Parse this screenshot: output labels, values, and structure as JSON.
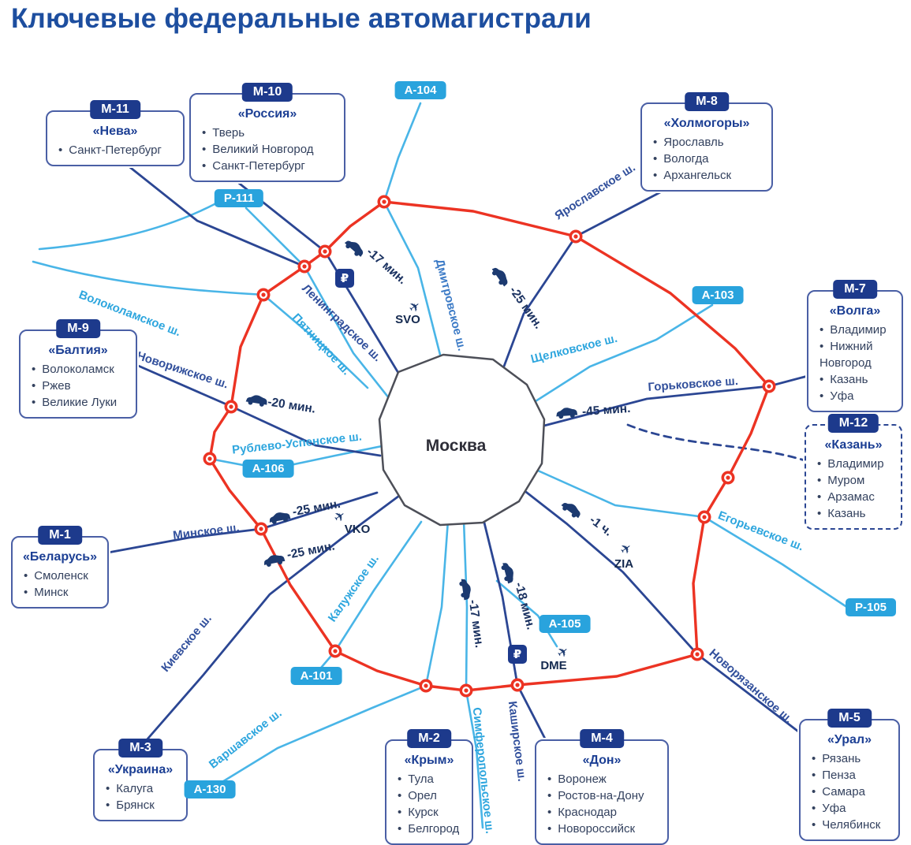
{
  "title": "Ключевые федеральные автомагистрали",
  "colors": {
    "title_blue": "#1d4e9f",
    "badge_navy": "#1d3a8c",
    "badge_cyan": "#29a3dd",
    "ring_red": "#ec3323",
    "road_navy": "#2b4693",
    "road_cyan": "#49b5e7"
  },
  "highway_cards": [
    {
      "code": "М-11",
      "name": "«Нева»",
      "items": [
        "Санкт-Петербург"
      ]
    },
    {
      "code": "М-10",
      "name": "«Россия»",
      "items": [
        "Тверь",
        "Великий Новгород",
        "Санкт-Петербург"
      ]
    },
    {
      "code": "М-8",
      "name": "«Холмогоры»",
      "items": [
        "Ярославль",
        "Вологда",
        "Архангельск"
      ]
    },
    {
      "code": "М-7",
      "name": "«Волга»",
      "items": [
        "Владимир",
        "Нижний Новгород",
        "Казань",
        "Уфа"
      ]
    },
    {
      "code": "М-12",
      "name": "«Казань»",
      "items": [
        "Владимир",
        "Муром",
        "Арзамас",
        "Казань"
      ]
    },
    {
      "code": "М-9",
      "name": "«Балтия»",
      "items": [
        "Волоколамск",
        "Ржев",
        "Великие Луки"
      ]
    },
    {
      "code": "М-1",
      "name": "«Беларусь»",
      "items": [
        "Смоленск",
        "Минск"
      ]
    },
    {
      "code": "М-3",
      "name": "«Украина»",
      "items": [
        "Калуга",
        "Брянск"
      ]
    },
    {
      "code": "М-2",
      "name": "«Крым»",
      "items": [
        "Тула",
        "Орел",
        "Курск",
        "Белгород"
      ]
    },
    {
      "code": "М-4",
      "name": "«Дон»",
      "items": [
        "Воронеж",
        "Ростов-на-Дону",
        "Краснодар",
        "Новороссийск"
      ]
    },
    {
      "code": "М-5",
      "name": "«Урал»",
      "items": [
        "Рязань",
        "Пенза",
        "Самара",
        "Уфа",
        "Челябинск"
      ]
    }
  ],
  "road_badges": {
    "a104": "А-104",
    "p111": "Р-111",
    "a103": "А-103",
    "a106": "А-106",
    "a105": "А-105",
    "p105": "Р-105",
    "a101": "А-101",
    "a130": "А-130"
  },
  "map": {
    "center": "Москва",
    "plane": "✈",
    "ruble": "₽",
    "roads": {
      "yaroslavskoe": "Ярославское ш.",
      "dmitrovskoe": "Дмитровское ш.",
      "leningradskoe": "Ленинградское ш.",
      "pyatnitskoe": "Пятницкое ш.",
      "volokolamskoe": "Волоколамское ш.",
      "novorizhskoe": "Новорижское ш.",
      "shchelkovskoe": "Щелковское ш.",
      "gorkovskoe": "Горьковское ш.",
      "rublevo": "Рублево-Успенское ш.",
      "minskoe": "Минское ш.",
      "kievskoe": "Киевское ш.",
      "kaluzhskoe": "Калужское ш.",
      "varshavskoe": "Варшавское ш.",
      "simferopolskoe": "Симферопольское ш.",
      "kashirskoe": "Каширское ш.",
      "egoryevskoe": "Егорьевское ш.",
      "novoryazanskoe": "Новорязанское ш."
    },
    "times": {
      "svo": "-17 мин.",
      "dmitrov": "-25 мин.",
      "novorizh": "-20 мин.",
      "gorkov": "-45 мин.",
      "vko": "-25 мин.",
      "minsk": "-25 мин.",
      "zia": "-1 ч.",
      "kashir": "-18 мин.",
      "simferopol": "-17 мин."
    },
    "airports": {
      "svo": "SVO",
      "vko": "VKO",
      "zia": "ZIA",
      "dme": "DME"
    }
  }
}
